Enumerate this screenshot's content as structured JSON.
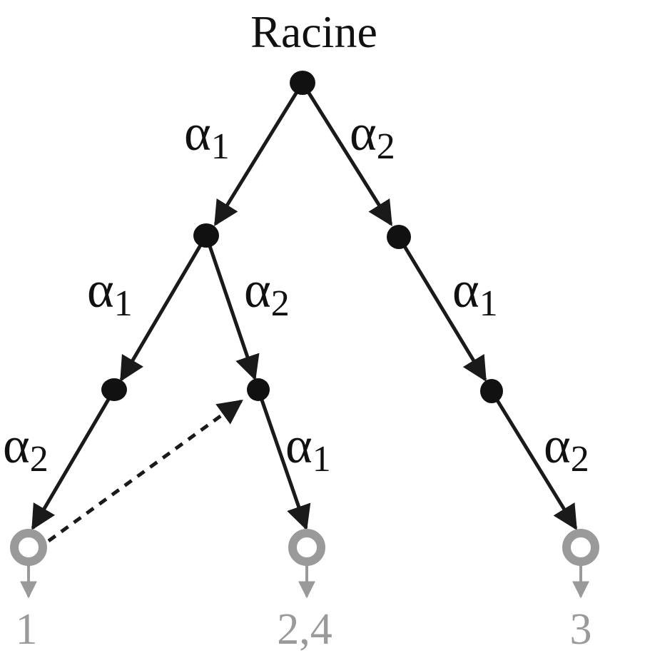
{
  "diagram": {
    "root_label": "Racine",
    "edges": [
      {
        "id": "e-root-a",
        "letter": "α",
        "index": "1"
      },
      {
        "id": "e-root-b",
        "letter": "α",
        "index": "2"
      },
      {
        "id": "e-a-c",
        "letter": "α",
        "index": "1"
      },
      {
        "id": "e-a-d",
        "letter": "α",
        "index": "2"
      },
      {
        "id": "e-b-e",
        "letter": "α",
        "index": "1"
      },
      {
        "id": "e-c-leaf1",
        "letter": "α",
        "index": "2"
      },
      {
        "id": "e-d-leaf24",
        "letter": "α",
        "index": "1"
      },
      {
        "id": "e-e-leaf3",
        "letter": "α",
        "index": "2"
      }
    ],
    "leaves": [
      {
        "id": "leaf-1",
        "label": "1"
      },
      {
        "id": "leaf-24",
        "label": "2,4"
      },
      {
        "id": "leaf-3",
        "label": "3"
      }
    ],
    "colors": {
      "edge": "#1a1a1a",
      "node": "#111111",
      "leaf": "#9a9a9a"
    }
  }
}
